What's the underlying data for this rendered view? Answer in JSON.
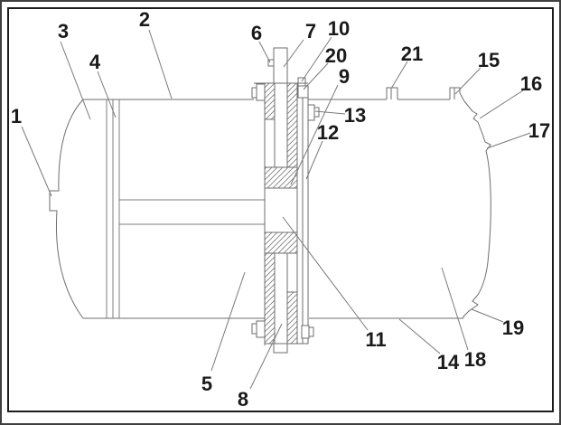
{
  "figure": {
    "kind": "technical-sectional-drawing",
    "callouts": [
      {
        "label": "1"
      },
      {
        "label": "2"
      },
      {
        "label": "3"
      },
      {
        "label": "4"
      },
      {
        "label": "5"
      },
      {
        "label": "6"
      },
      {
        "label": "7"
      },
      {
        "label": "8"
      },
      {
        "label": "9"
      },
      {
        "label": "10"
      },
      {
        "label": "11"
      },
      {
        "label": "12"
      },
      {
        "label": "13"
      },
      {
        "label": "14"
      },
      {
        "label": "15"
      },
      {
        "label": "16"
      },
      {
        "label": "17"
      },
      {
        "label": "18"
      },
      {
        "label": "19"
      },
      {
        "label": "20"
      },
      {
        "label": "21"
      }
    ],
    "colors": {
      "background": "#ffffff",
      "drawing_line": "#6e6e6e",
      "hatch_line": "#7c7c7c",
      "label_text": "#1a1a1a",
      "border": "#1c1c1c"
    }
  }
}
